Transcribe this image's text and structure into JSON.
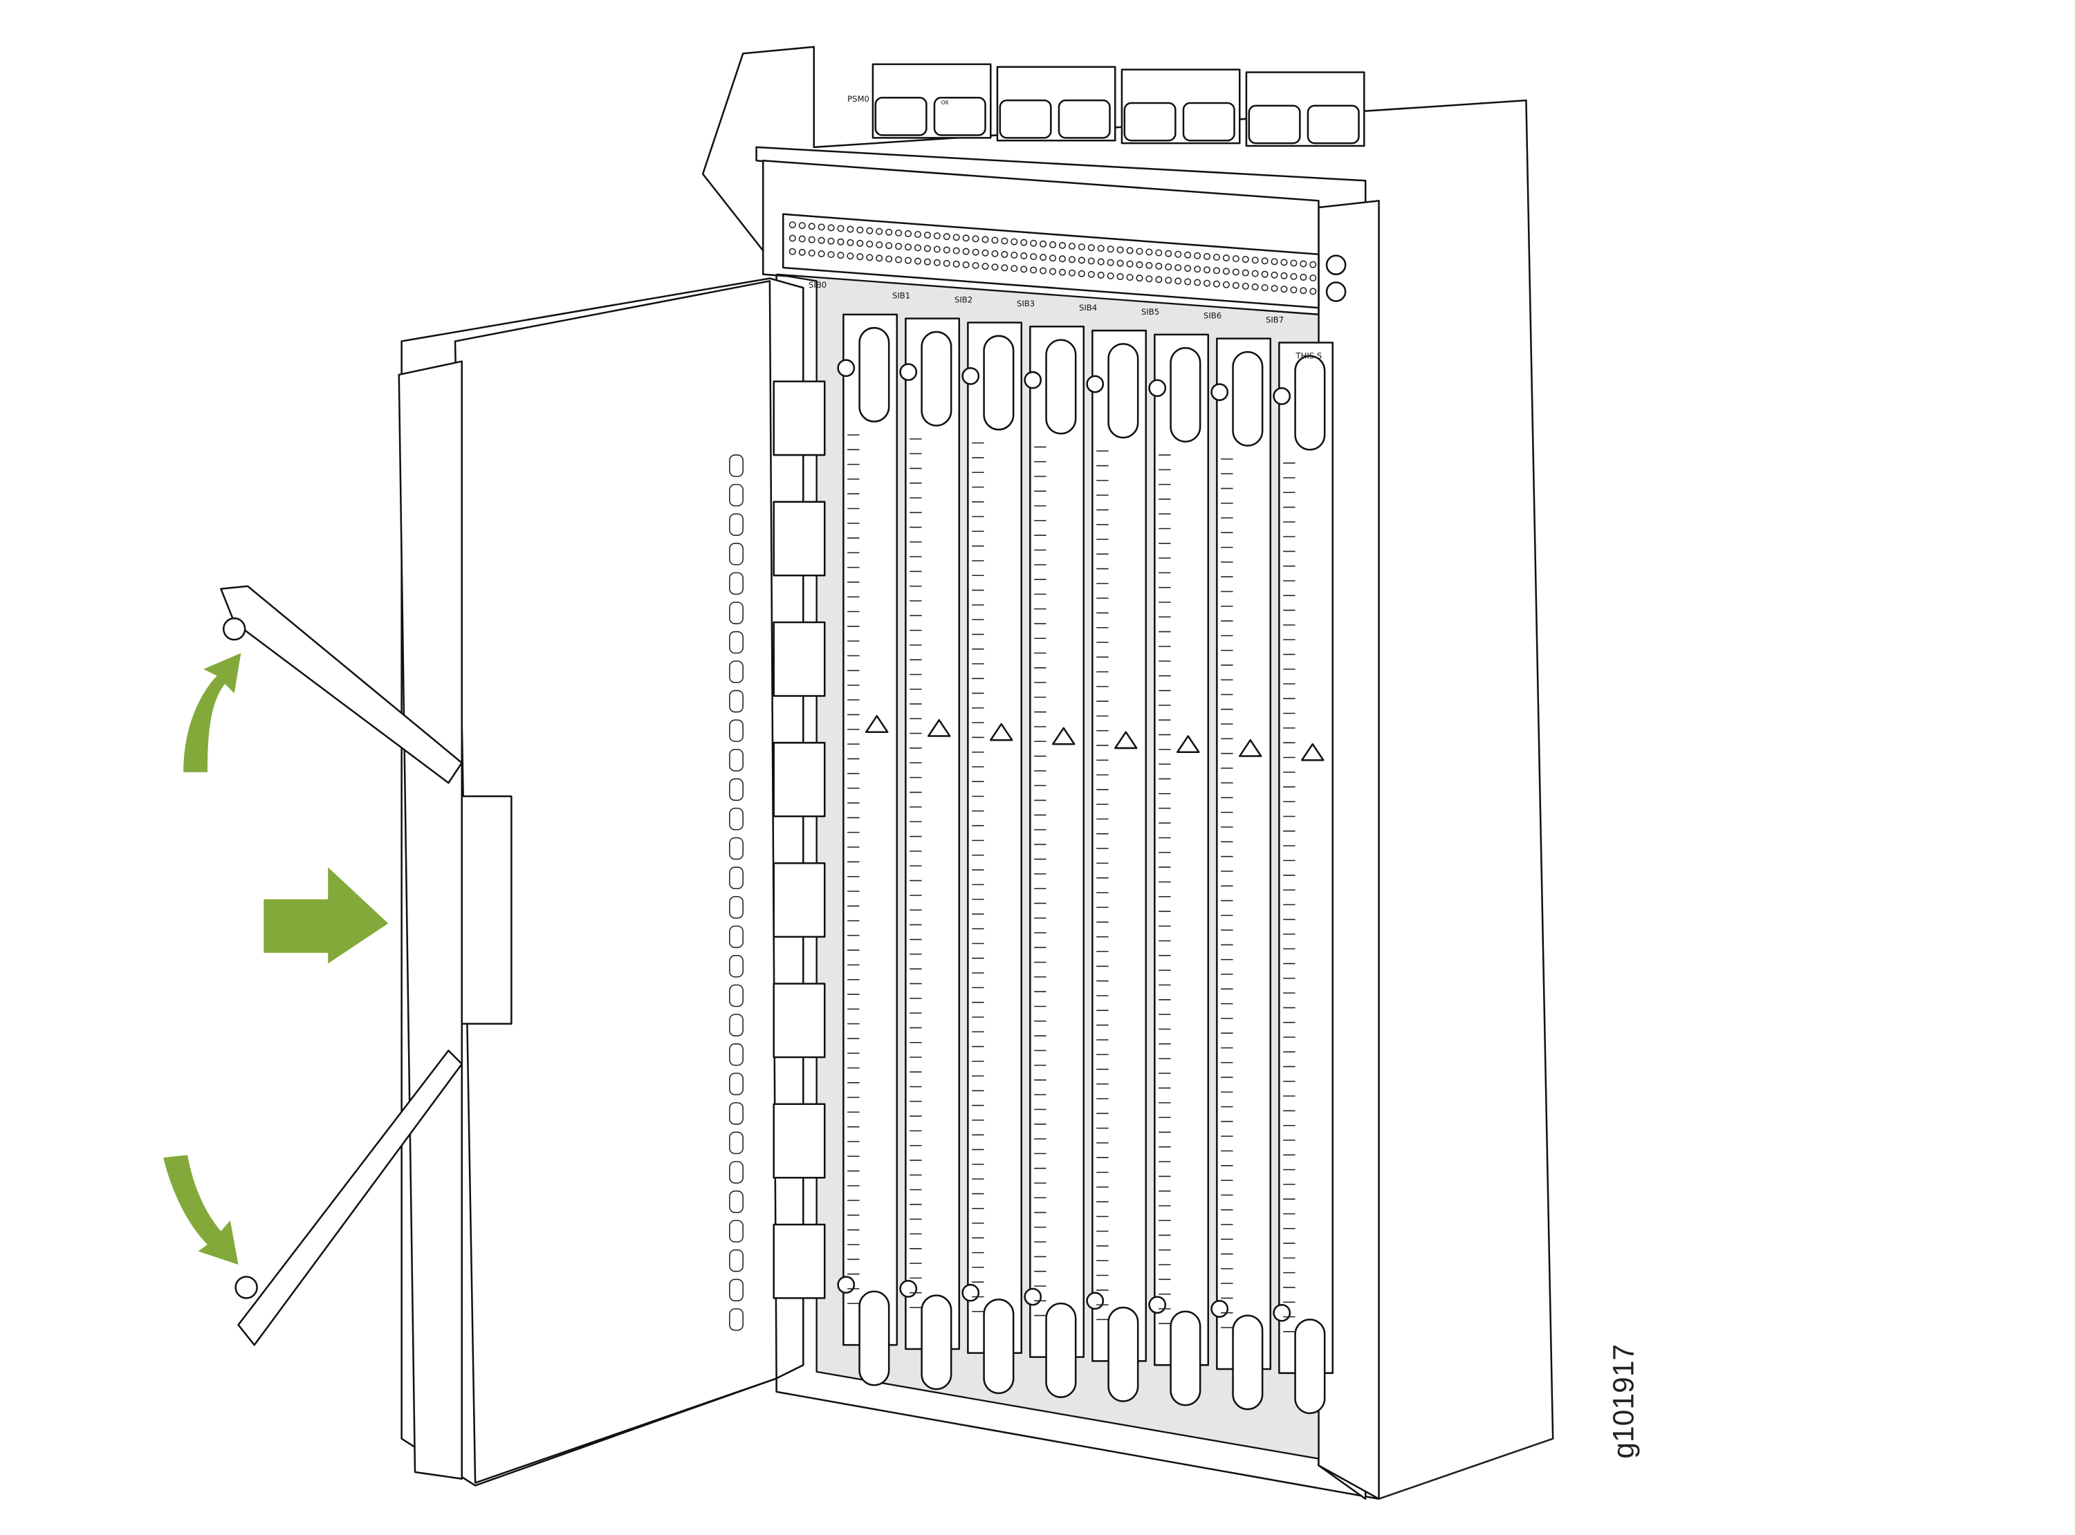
{
  "diagram": {
    "psm_label": "PSM0",
    "psm_status_label": "OK",
    "sib_labels": [
      "SIB0",
      "SIB1",
      "SIB2",
      "SIB3",
      "SIB4",
      "SIB5",
      "SIB6",
      "SIB7"
    ],
    "warning_label": "THIS S",
    "figure_id": "g101917",
    "arrow_color": "#82a93a"
  }
}
